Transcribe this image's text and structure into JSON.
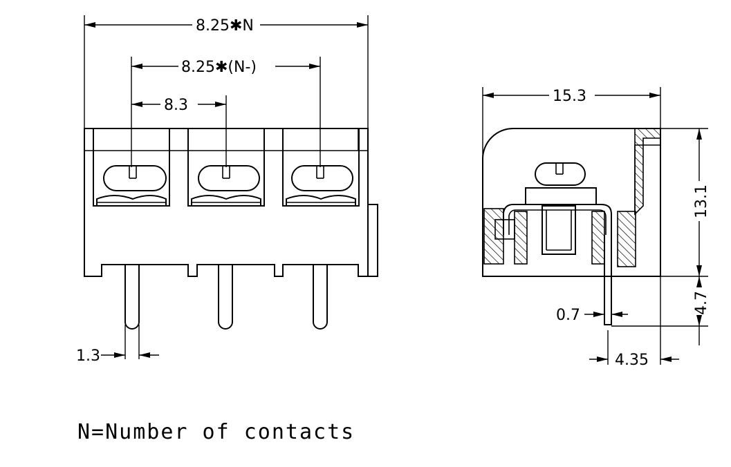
{
  "front_view": {
    "dim_total": "8.25✱N",
    "dim_span": "8.25✱(N-)",
    "dim_pitch": "8.3",
    "dim_pin": "1.3"
  },
  "side_view": {
    "dim_depth": "15.3",
    "dim_height": "13.1",
    "dim_pin_length": "4.7",
    "dim_pin_thickness": "0.7",
    "dim_pin_offset": "4.35"
  },
  "note": "N=Number of contacts"
}
